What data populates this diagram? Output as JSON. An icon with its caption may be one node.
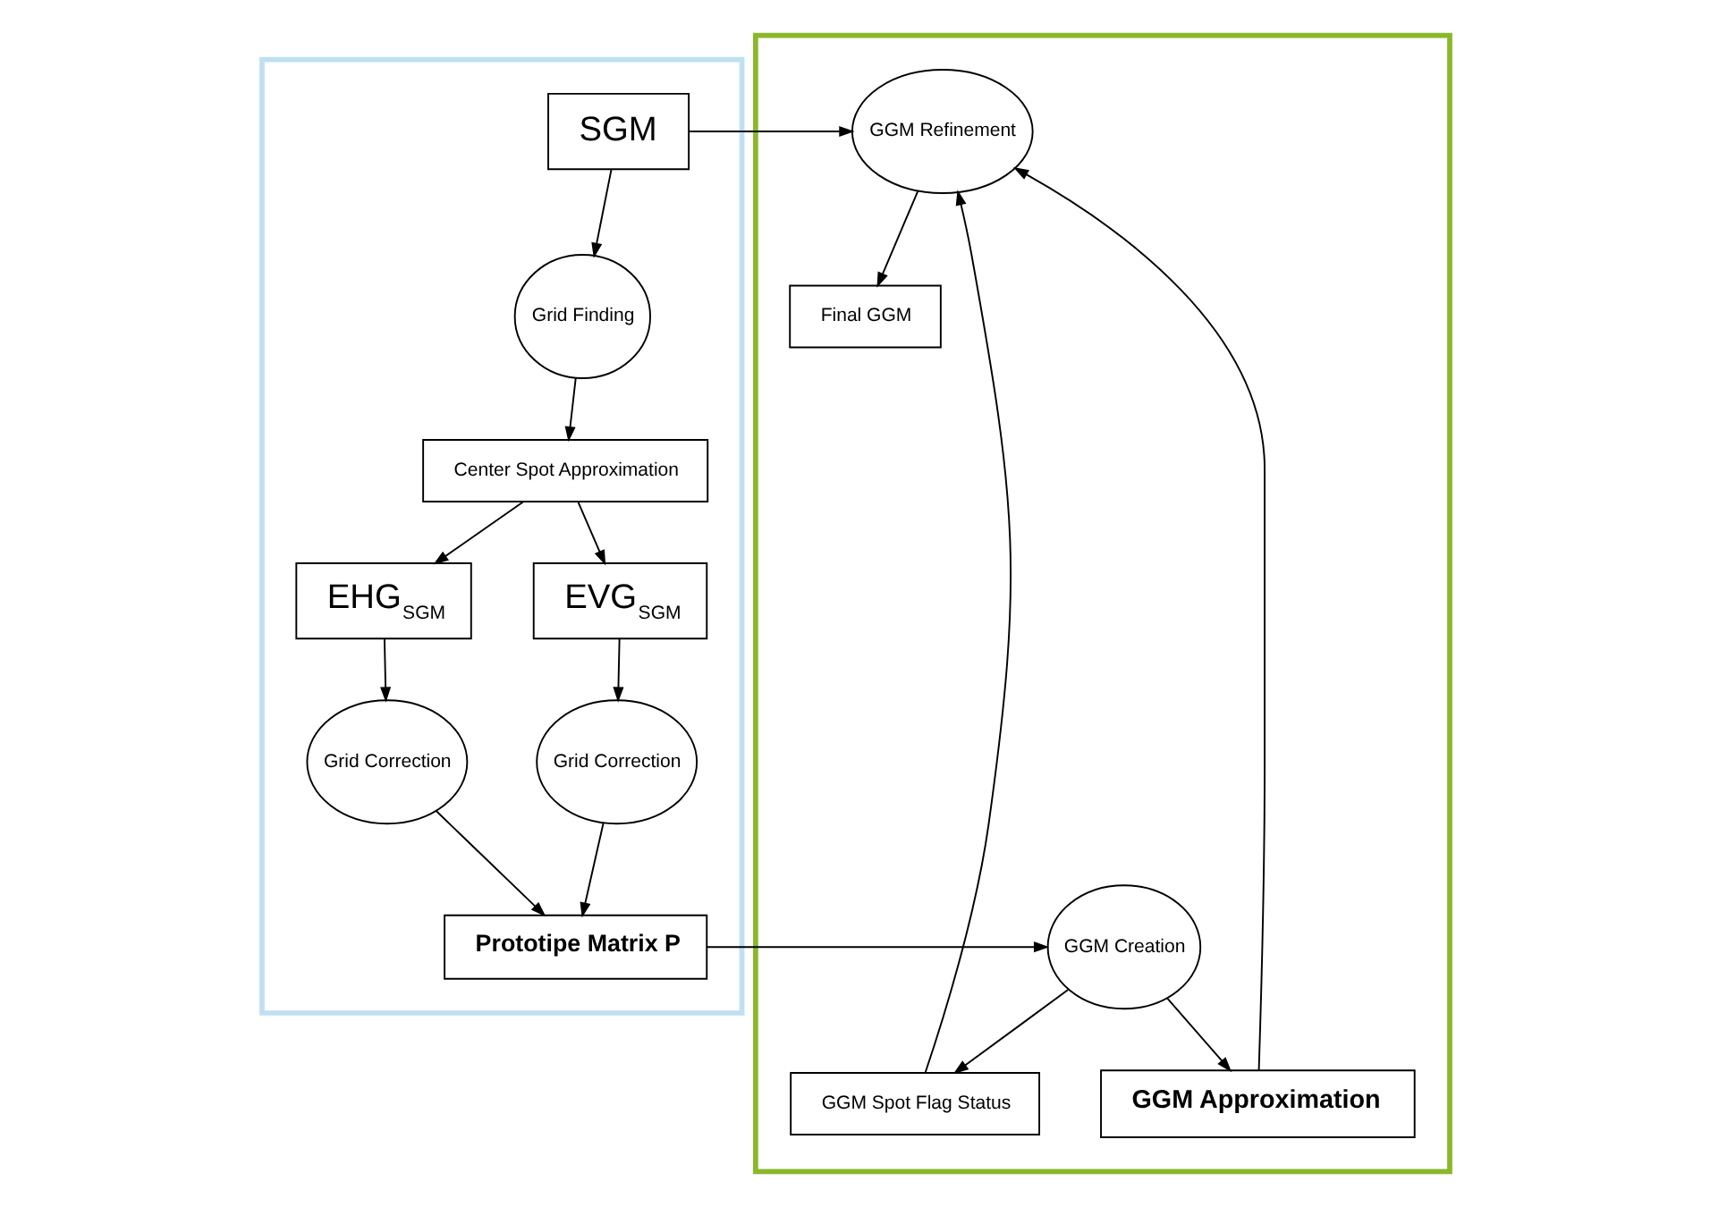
{
  "diagram": {
    "nodes": [
      {
        "text": [],
        "shape": "box"
      },
      {
        "text": [
          "SGM"
        ],
        "in": 0
      },
      {
        "text": [
          "Grid Finding"
        ],
        "in": 0
      },
      {
        "text": [
          "Center Spot Approximation"
        ],
        "in": 0
      },
      {
        "text": [
          "EHG$_{SGM}$"
        ],
        "in": 0
      },
      {
        "text": [
          "EVG$_{SGM}$"
        ],
        "in": 0
      },
      {
        "text": [
          "Grid Correction"
        ],
        "in": 0
      },
      {
        "text": [
          "Grid Correction"
        ],
        "in": 0
      },
      {
        "text": [
          "Prototipe Matrix P"
        ],
        "in": 0
      },
      {
        "text": [],
        "shape": "box"
      },
      {
        "text": [
          "Final GGM"
        ],
        "in": 9
      },
      {
        "text": [
          "GGM Refinement"
        ],
        "in": 9
      },
      {
        "text": [
          "GGM Spot Flag Status"
        ],
        "in": 9
      },
      {
        "text": [
          "GGM Approximation"
        ],
        "in": 9
      },
      {
        "text": [
          "GGM Creation"
        ],
        "in": 9
      }
    ],
    "edges": [
      {
        "from": 1,
        "to": 11,
        "arrow": "to"
      },
      {
        "from": 1,
        "to": 2,
        "arrow": "to"
      },
      {
        "from": 2,
        "to": 3,
        "arrow": "to"
      },
      {
        "from": 3,
        "to": 4,
        "arrow": "to"
      },
      {
        "from": 3,
        "to": 5,
        "arrow": "to"
      },
      {
        "from": 4,
        "to": 6,
        "arrow": "to"
      },
      {
        "from": 5,
        "to": 7,
        "arrow": "to"
      },
      {
        "from": 6,
        "to": 8,
        "arrow": "to"
      },
      {
        "from": 7,
        "to": 8,
        "arrow": "to"
      },
      {
        "from": 8,
        "to": 14,
        "arrow": "to"
      },
      {
        "from": 14,
        "to": 12,
        "arrow": "to"
      },
      {
        "from": 14,
        "to": 13,
        "arrow": "to"
      },
      {
        "from": 13,
        "to": 11,
        "arrow": "to"
      },
      {
        "from": 12,
        "to": 11,
        "arrow": "to"
      },
      {
        "from": 11,
        "to": 10,
        "arrow": "to"
      }
    ]
  }
}
